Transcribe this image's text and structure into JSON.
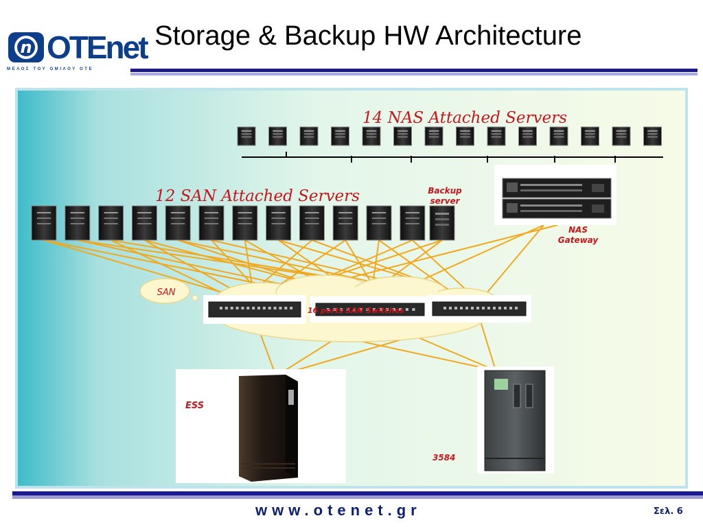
{
  "header": {
    "title": "Storage & Backup HW Architecture",
    "logo_text": "OTEnet",
    "logo_tagline": "ΜΕΛΟΣ ΤΟΥ ΟΜΙΛΟΥ ΟΤΕ"
  },
  "diagram": {
    "nas_servers_label": "14 NAS Attached Servers",
    "nas_server_count": 14,
    "san_servers_label": "12 SAN Attached Servers",
    "san_server_count": 12,
    "backup_server_label_line1": "Backup",
    "backup_server_label_line2": "server",
    "nas_gateway_label_line1": "NAS",
    "nas_gateway_label_line2": "Gateway",
    "san_cloud_label": "SAN",
    "san_switches_label": "16 ports SAN Switches",
    "ess_label": "ESS",
    "tape_library_label": "3584",
    "colors": {
      "link_lines": "#f2a81d",
      "label_red": "#c8161d",
      "server": "#1c1c1c"
    }
  },
  "footer": {
    "url": "www.otenet.gr",
    "page": "Σελ. 6"
  }
}
